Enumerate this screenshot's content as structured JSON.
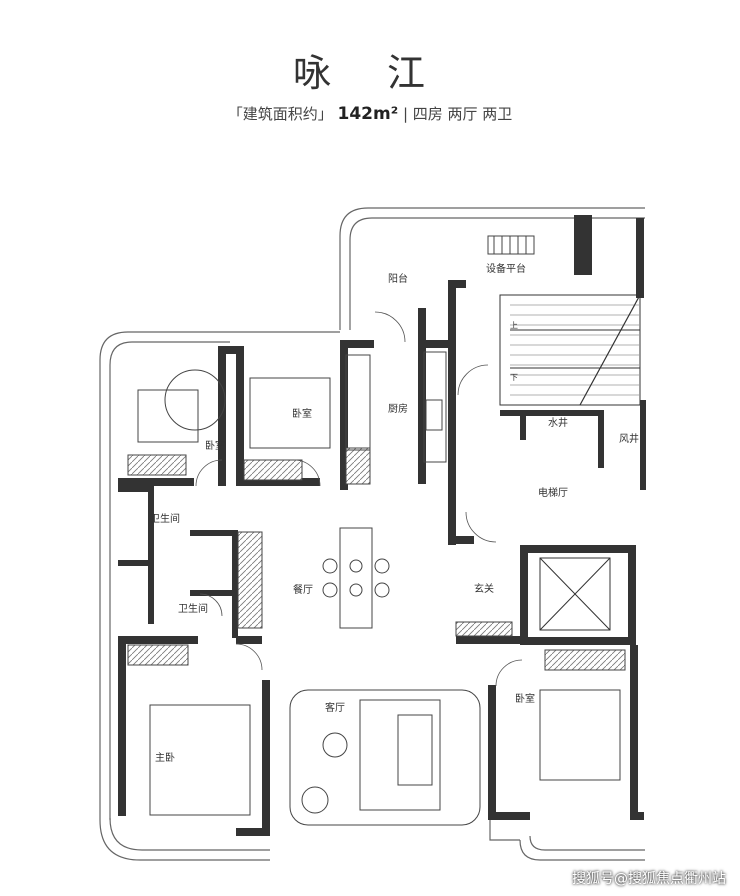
{
  "header": {
    "title": "咏 江",
    "subtitle_prefix": "「建筑面积约」",
    "subtitle_area": "142m²",
    "subtitle_suffix": "| 四房 两厅 两卫"
  },
  "rooms": {
    "balcony": "阳台",
    "equipment_platform": "设备平台",
    "kitchen": "厨房",
    "bedroom_top_left": "卧室",
    "bedroom_top_mid": "卧室",
    "bathroom_1": "卫生间",
    "bathroom_2": "卫生间",
    "dining": "餐厅",
    "foyer": "玄关",
    "elevator_hall": "电梯厅",
    "water_shaft": "水井",
    "air_shaft": "风井",
    "living": "客厅",
    "master_bedroom": "主卧",
    "bedroom_right": "卧室",
    "stair_up": "上",
    "stair_down": "下"
  },
  "watermark": "搜狐号@搜狐焦点衢州站"
}
